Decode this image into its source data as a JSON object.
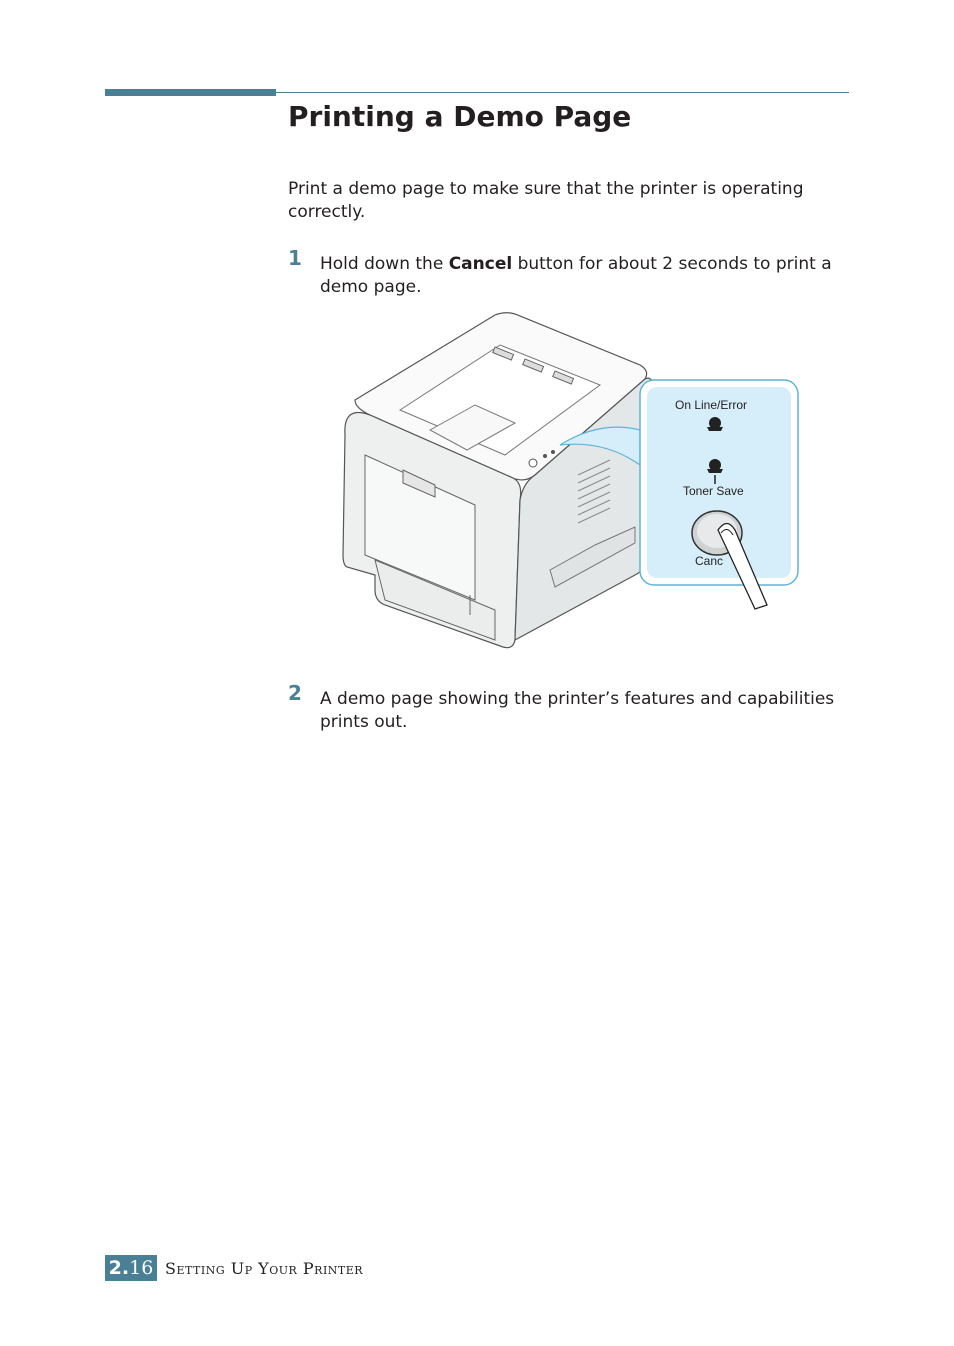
{
  "page": {
    "title": "Printing a Demo Page",
    "intro": "Print a demo page to make sure that the printer is operating correctly."
  },
  "steps": [
    {
      "number": "1",
      "before": "Hold down the ",
      "bold": "Cancel",
      "after": " button for about 2 seconds to print a demo page."
    },
    {
      "number": "2",
      "text": "A demo page showing the printer’s features and capabilities prints out."
    }
  ],
  "figure": {
    "online_label": "On Line/Error",
    "toner_label": "Toner Save",
    "cancel_label": "Canc"
  },
  "footer": {
    "chapter": "2.",
    "page": "16",
    "title": "Setting Up Your Printer"
  },
  "colors": {
    "accent": "#4a8096",
    "panel_fill": "#d6eefa",
    "panel_border": "#5fb3d9"
  }
}
